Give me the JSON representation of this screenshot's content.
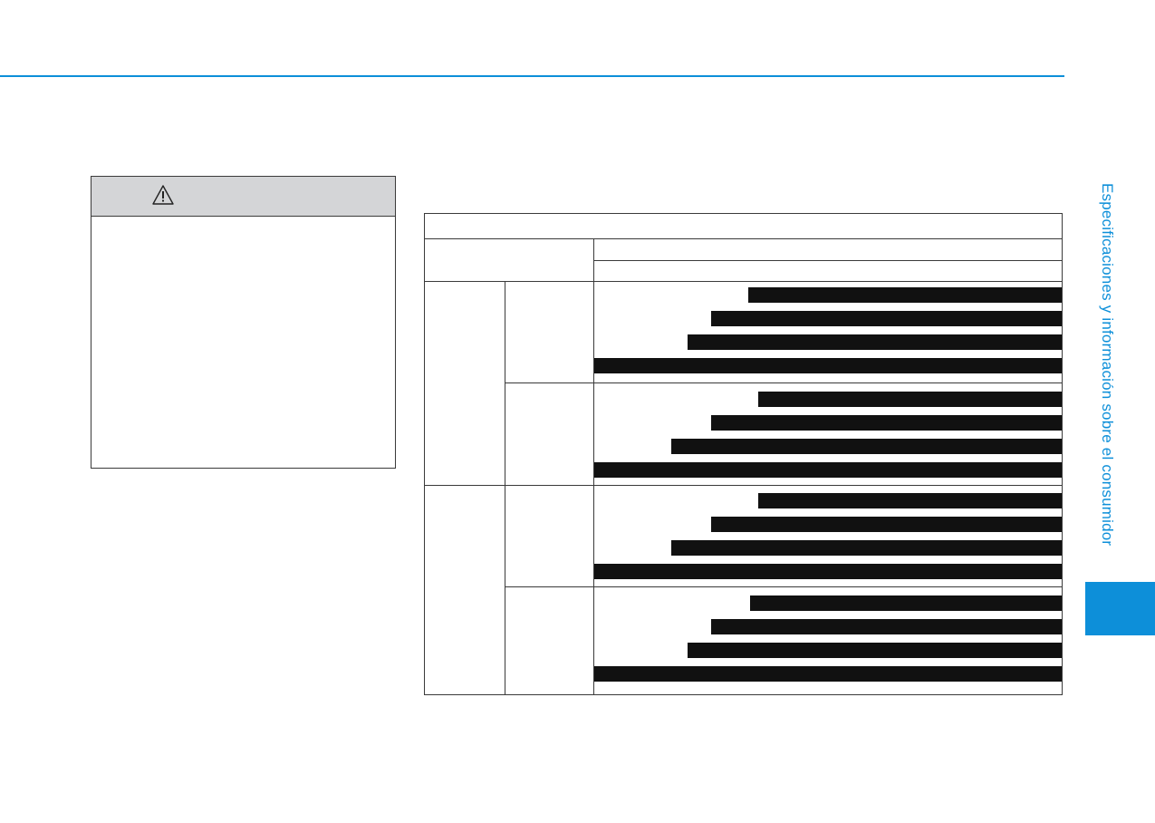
{
  "colors": {
    "accent": "#0d8fd9",
    "bar": "#111111",
    "warning_header": "#d4d5d7"
  },
  "side_label": "Especificaciones y información sobre el consumidor",
  "warning": {
    "icon": "warning-triangle-icon",
    "title": "",
    "body": ""
  },
  "table": {
    "title": "",
    "header": {
      "left": "",
      "right_top": "",
      "right_bottom": ""
    },
    "groups": [
      {
        "label": "",
        "subgroups": [
          {
            "label": "",
            "bars": [
              0.67,
              0.75,
              0.8,
              1.0
            ]
          },
          {
            "label": "",
            "bars": [
              0.65,
              0.75,
              0.835,
              1.0
            ]
          }
        ]
      },
      {
        "label": "",
        "subgroups": [
          {
            "label": "",
            "bars": [
              0.65,
              0.75,
              0.835,
              1.0
            ]
          },
          {
            "label": "",
            "bars": [
              0.667,
              0.75,
              0.8,
              1.0
            ]
          }
        ]
      }
    ]
  }
}
